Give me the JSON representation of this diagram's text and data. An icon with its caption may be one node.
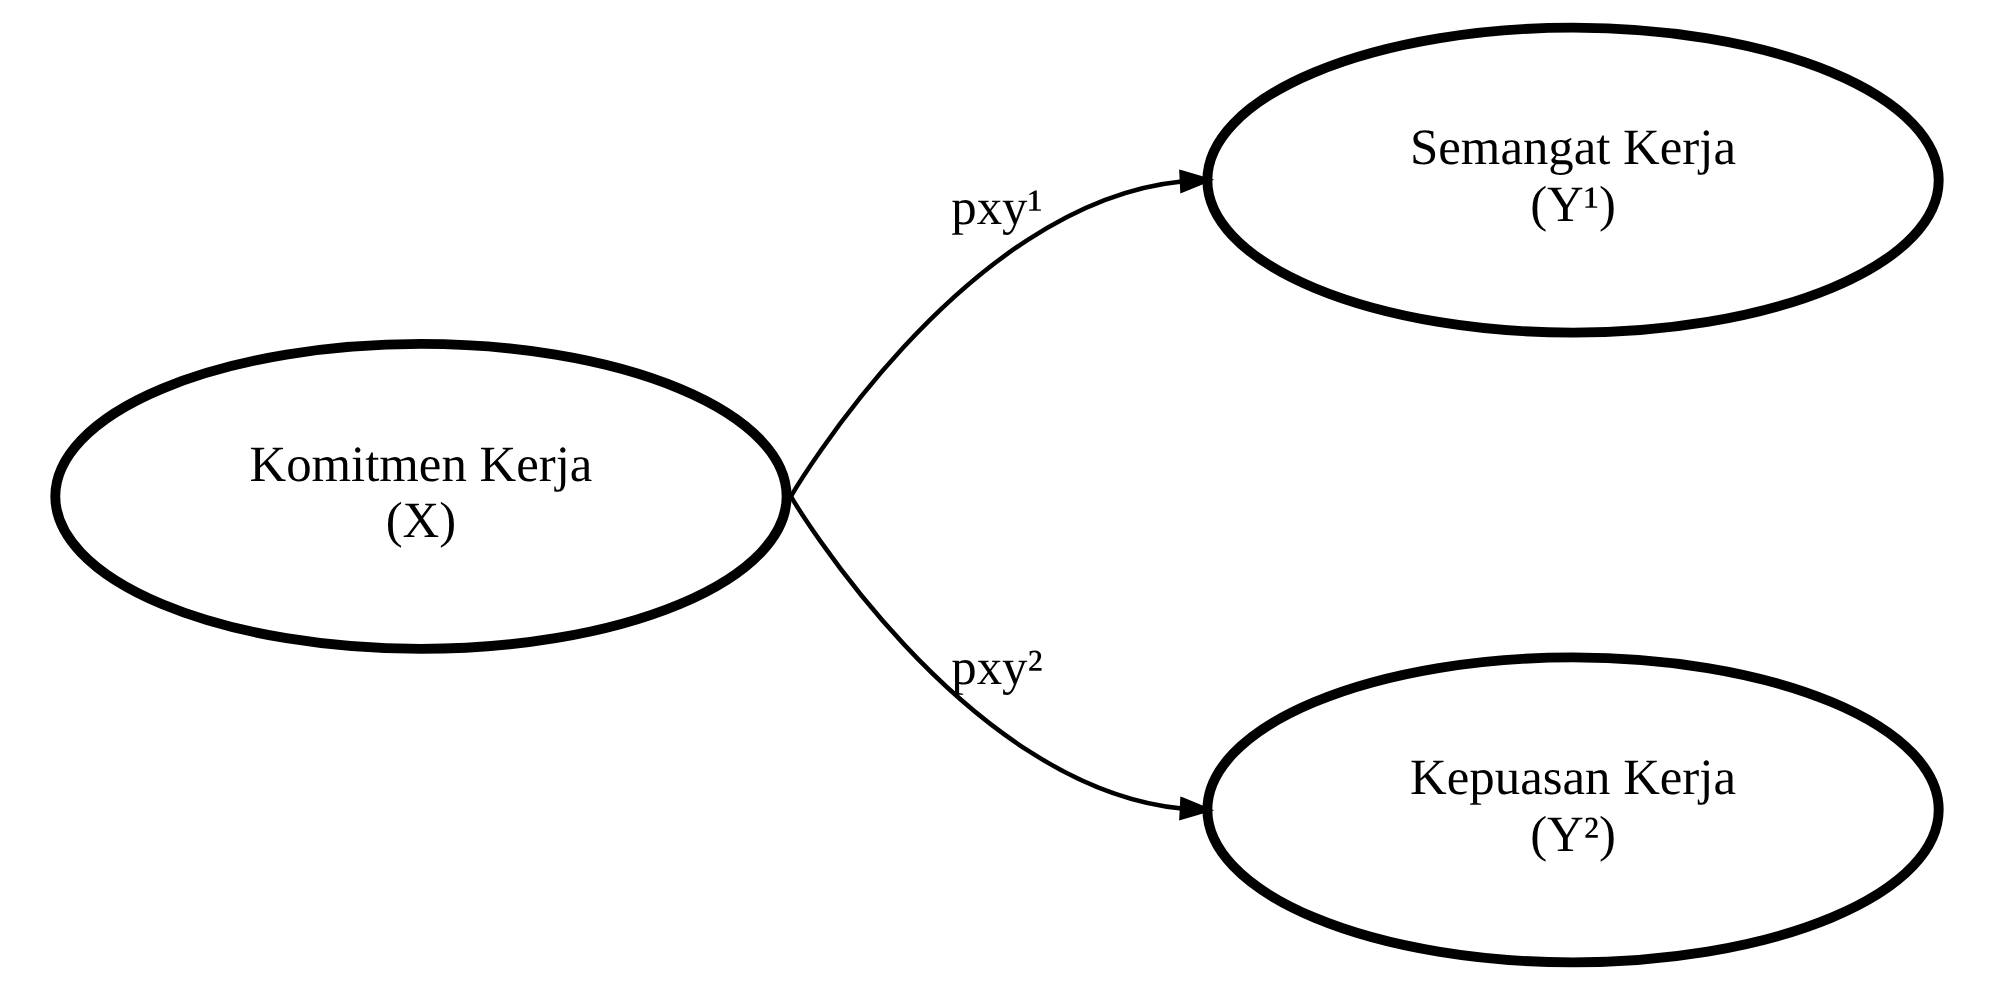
{
  "diagram": {
    "nodes": [
      {
        "text": [
          "Komitmen Kerja (X)"
        ]
      },
      {
        "text": [
          "Semangat Kerja (Y¹)"
        ]
      },
      {
        "text": [
          "Kepuasan Kerja (Y²)"
        ]
      }
    ],
    "edges": [
      {
        "from": 0,
        "to": 1,
        "arrow": "to",
        "label": "pxy¹"
      },
      {
        "from": 0,
        "to": 2,
        "arrow": "to",
        "label": "pxy²"
      }
    ]
  }
}
